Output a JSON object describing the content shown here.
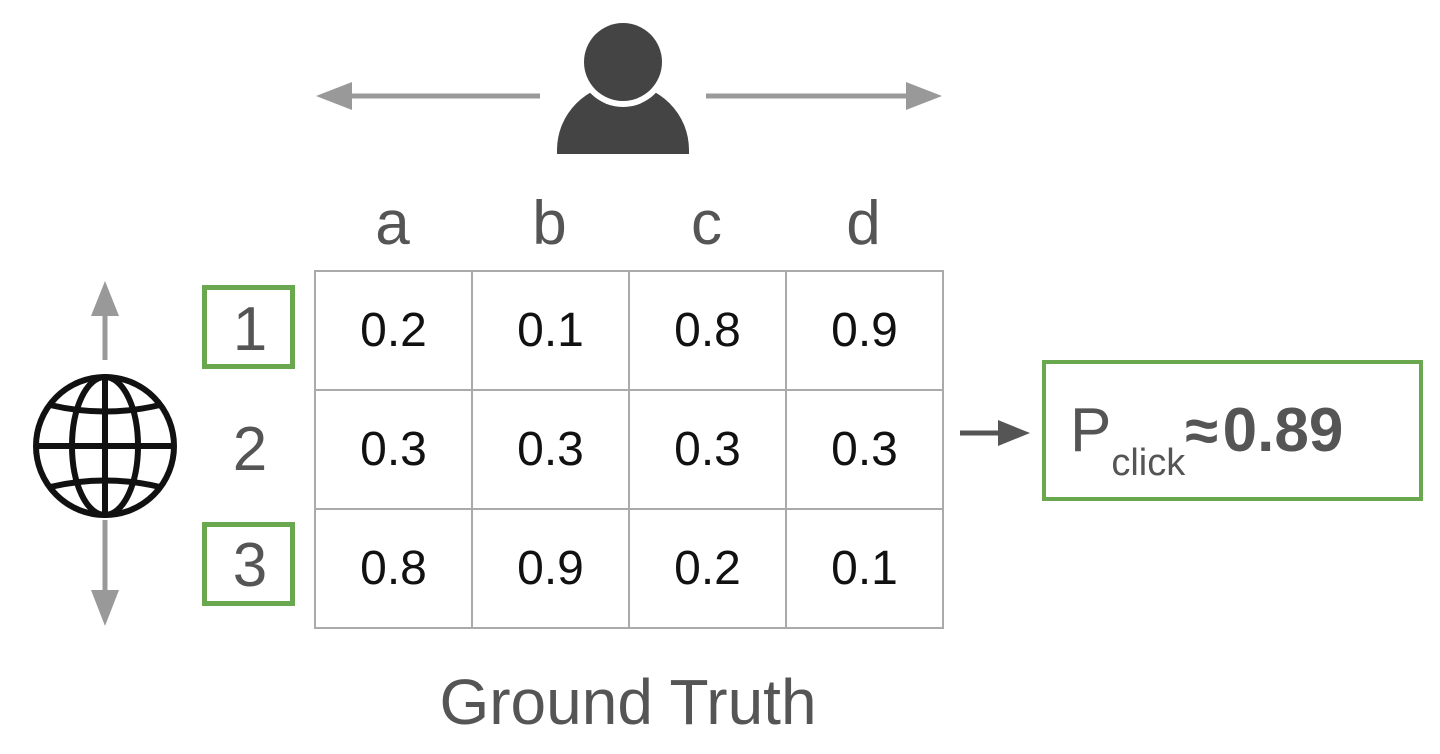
{
  "columns": [
    "a",
    "b",
    "c",
    "d"
  ],
  "rows": [
    "1",
    "2",
    "3"
  ],
  "highlighted_rows": [
    "1",
    "3"
  ],
  "matrix": [
    [
      "0.2",
      "0.1",
      "0.8",
      "0.9"
    ],
    [
      "0.3",
      "0.3",
      "0.3",
      "0.3"
    ],
    [
      "0.8",
      "0.9",
      "0.2",
      "0.1"
    ]
  ],
  "result": {
    "symbol": "P",
    "subscript": "click",
    "approx": "≈",
    "value": "0.89"
  },
  "caption": "Ground Truth",
  "icons": {
    "user": "user-silhouette-icon",
    "globe": "globe-icon"
  },
  "colors": {
    "highlight": "#6aa84f",
    "arrow": "#999999",
    "text": "#555555"
  }
}
